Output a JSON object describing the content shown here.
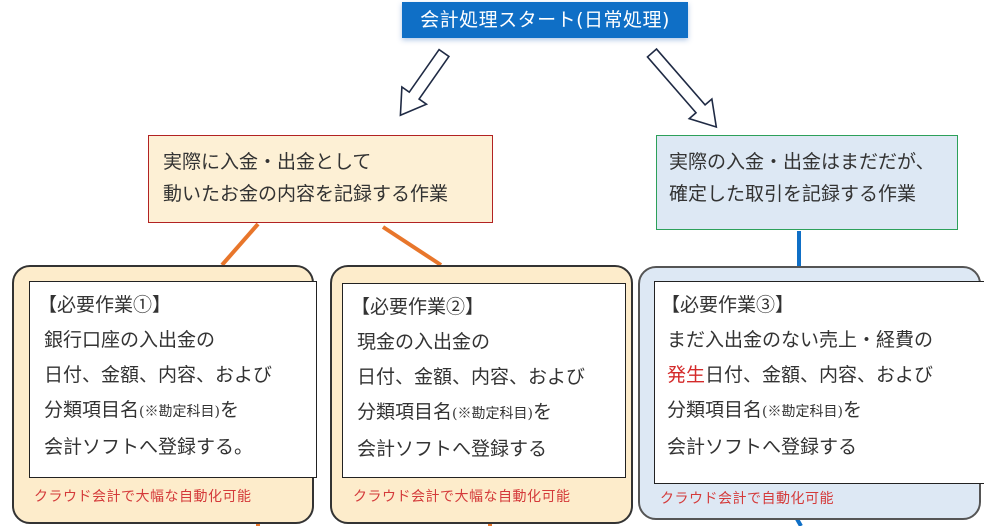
{
  "start": {
    "label": "会計処理スタート(日常処理)"
  },
  "branches": {
    "cash": {
      "line1": "実際に入金・出金として",
      "line2": "動いたお金の内容を記録する作業"
    },
    "accrual": {
      "line1": "実際の入金・出金はまだだが、",
      "line2": "確定した取引を記録する作業"
    }
  },
  "cards": [
    {
      "title": "【必要作業①】",
      "line1": "銀行口座の入出金の",
      "line2_prefix": "",
      "line2": "日付、金額、内容、および",
      "line3_main": "分類項目名",
      "line3_small": "(※勘定科目)",
      "line3_tail": "を",
      "line4": "会計ソフトへ登録する。",
      "note": "クラウド会計で大幅な自動化可能"
    },
    {
      "title": "【必要作業②】",
      "line1": "現金の入出金の",
      "line2_prefix": "",
      "line2": "日付、金額、内容、および",
      "line3_main": "分類項目名",
      "line3_small": "(※勘定科目)",
      "line3_tail": "を",
      "line4": "会計ソフトへ登録する",
      "note": "クラウド会計で大幅な自動化可能"
    },
    {
      "title": "【必要作業③】",
      "line1": "まだ入出金のない売上・経費の",
      "line2_prefix": "発生",
      "line2": "日付、金額、内容、および",
      "line3_main": "分類項目名",
      "line3_small": "(※勘定科目)",
      "line3_tail": "を",
      "line4": "会計ソフトへ登録する",
      "note": "クラウド会計で自動化可能"
    }
  ],
  "colors": {
    "start_bg": "#0f6fc6",
    "cash_bg": "#fdf0d5",
    "cash_border": "#b22222",
    "accrual_bg": "#dde8f4",
    "accrual_border": "#2ca05a",
    "connector_orange": "#e8762b",
    "connector_blue": "#0f6fc6",
    "note_red": "#d43a3a"
  }
}
